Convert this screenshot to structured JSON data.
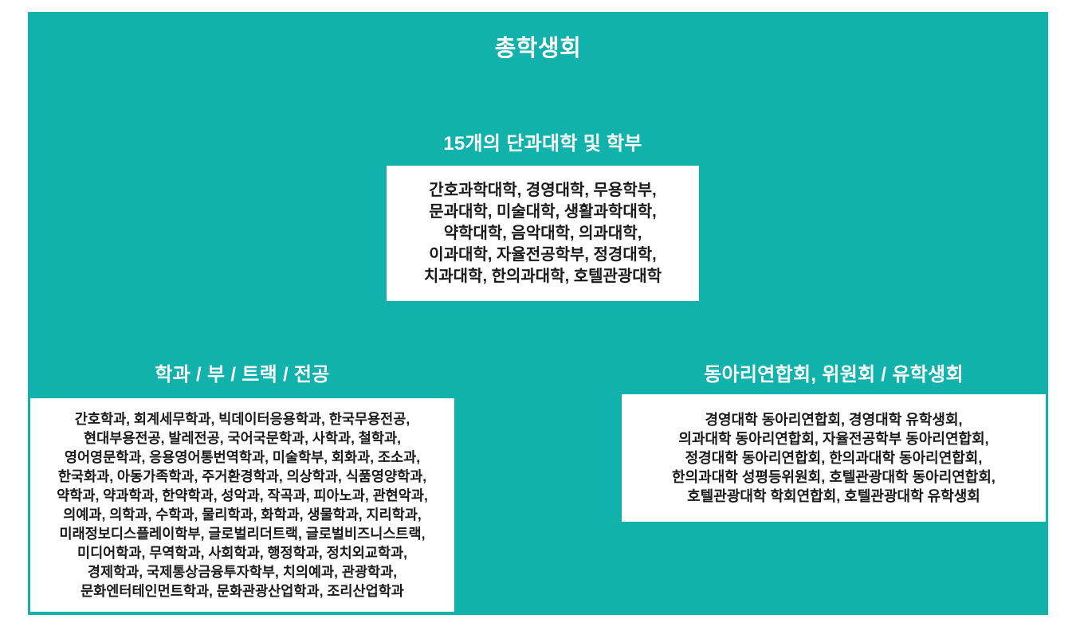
{
  "title": "총학생회",
  "colors": {
    "panel_teal": "#11b1ac",
    "box_background": "#ffffff",
    "heading_text": "#ffffff",
    "body_text": "#1a1a1a"
  },
  "sections": {
    "colleges": {
      "heading": "15개의 단과대학 및 학부",
      "lines": [
        "간호과학대학, 경영대학, 무용학부,",
        "문과대학, 미술대학, 생활과학대학,",
        "약학대학, 음악대학, 의과대학,",
        "이과대학, 자율전공학부, 정경대학,",
        "치과대학, 한의과대학, 호텔관광대학"
      ]
    },
    "departments": {
      "heading": "학과 / 부 / 트랙 / 전공",
      "lines": [
        "간호학과, 회계세무학과, 빅데이터응용학과, 한국무용전공,",
        "현대부용전공, 발레전공, 국어국문학과, 사학과, 철학과,",
        "영어영문학과, 응용영어통번역학과, 미술학부, 회화과, 조소과,",
        "한국화과, 아동가족학과, 주거환경학과, 의상학과, 식품영양학과,",
        "약학과, 약과학과, 한약학과, 성악과, 작곡과, 피아노과, 관현악과,",
        "의예과, 의학과, 수학과, 물리학과, 화학과, 생물학과, 지리학과,",
        "미래정보디스플레이학부, 글로벌리더트랙, 글로벌비즈니스트랙,",
        "미디어학과, 무역학과, 사회학과, 행정학과, 정치외교학과,",
        "경제학과, 국제통상금융투자학부, 치의예과, 관광학과,",
        "문화엔터테인먼트학과, 문화관광산업학과, 조리산업학과"
      ]
    },
    "clubs": {
      "heading": "동아리연합회, 위원회 / 유학생회",
      "lines": [
        "경영대학 동아리연합회, 경영대학 유학생회,",
        "의과대학 동아리연합회, 자율전공학부 동아리연합회,",
        "정경대학 동아리연합회, 한의과대학 동아리연합회,",
        "한의과대학 성평등위원회, 호텔관광대학 동아리연합회,",
        "호텔관광대학 학회연합회, 호텔관광대학 유학생회"
      ]
    }
  }
}
